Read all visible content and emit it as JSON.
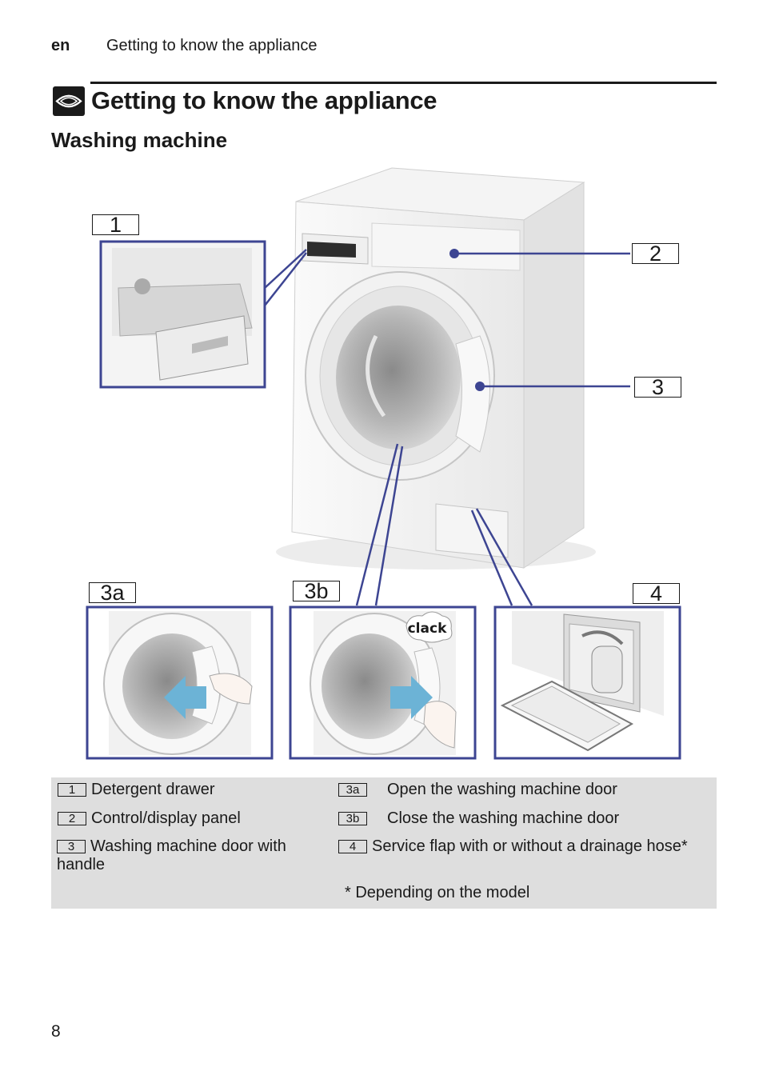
{
  "header": {
    "lang": "en",
    "section": "Getting to know the appliance"
  },
  "title": "Getting to know the appliance",
  "subtitle": "Washing machine",
  "callouts": {
    "c1": "1",
    "c2": "2",
    "c3": "3",
    "c3a": "3a",
    "c3b": "3b",
    "c4": "4"
  },
  "clack": "clack",
  "legend": {
    "i1": {
      "num": "1",
      "text": "Detergent drawer"
    },
    "i2": {
      "num": "2",
      "text": "Control/display panel"
    },
    "i3": {
      "num": "3",
      "text": "Washing machine door with handle"
    },
    "i3a": {
      "num": "3a",
      "text": "Open the washing machine door"
    },
    "i3b": {
      "num": "3b",
      "text": "Close the washing machine door"
    },
    "i4": {
      "num": "4",
      "text": "Service flap with or without a drainage hose*"
    },
    "note": "* Depending on the model"
  },
  "page_number": "8",
  "colors": {
    "accent": "#3d4592",
    "arrow": "#6cb3d6",
    "legend_bg": "#dedede"
  }
}
